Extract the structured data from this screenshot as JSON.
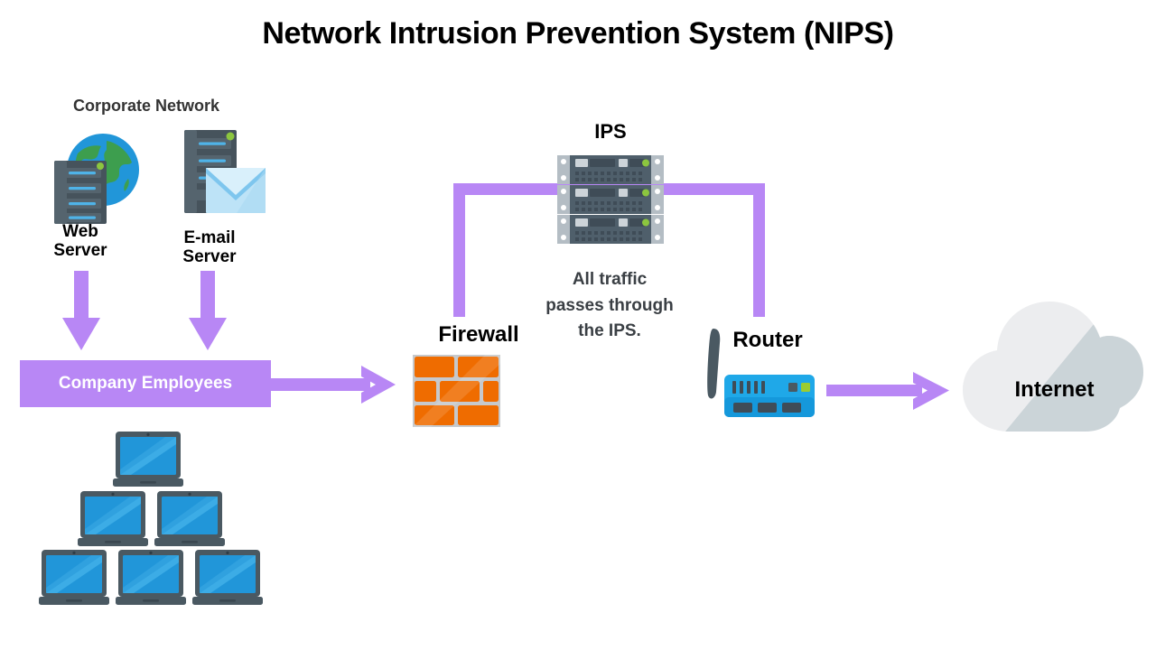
{
  "diagram": {
    "title": "Network Intrusion Prevention System (NIPS)",
    "section_label": "Corporate Network",
    "note": {
      "line1": "All traffic",
      "line2": "passes through",
      "line3": "the IPS."
    },
    "nodes": {
      "web_server": {
        "label_line1": "Web",
        "label_line2": "Server",
        "icon": "server-globe-icon"
      },
      "email_server": {
        "label_line1": "E-mail",
        "label_line2": "Server",
        "icon": "server-envelope-icon"
      },
      "employees": {
        "label": "Company Employees",
        "icon": "laptop-grid-icon"
      },
      "firewall": {
        "label": "Firewall",
        "icon": "brick-wall-icon"
      },
      "ips": {
        "label": "IPS",
        "icon": "rack-server-icon"
      },
      "router": {
        "label": "Router",
        "icon": "wifi-router-icon"
      },
      "internet": {
        "label": "Internet",
        "icon": "cloud-icon"
      }
    },
    "colors": {
      "accent_purple": "#b887f5",
      "arrow_purple": "#a96ff3",
      "firewall_orange": "#ef6c00",
      "firewall_orange_light": "#f57c1f",
      "mortar_gray": "#c6c9cc",
      "laptop_blue": "#2196d9",
      "laptop_blue_light": "#38a9e8",
      "laptop_frame": "#4a5962",
      "server_dark": "#46535c",
      "server_mid": "#55646e",
      "led_green": "#8cc63f",
      "globe_green": "#3d9e4e",
      "globe_blue": "#2196d9",
      "envelope_blue": "#bde3f7",
      "envelope_blue_dark": "#7ec6ee",
      "router_blue": "#1fa8e8",
      "cloud_light": "#ecedef",
      "cloud_shade": "#cbd4d8",
      "title_black": "#000000",
      "heading_gray": "#333333",
      "note_gray": "#3a3f44"
    },
    "laptop_grid": {
      "rows": [
        1,
        2,
        3
      ],
      "total": 6
    },
    "connections": [
      {
        "from": "web_server",
        "to": "employees",
        "style": "arrow-down"
      },
      {
        "from": "email_server",
        "to": "employees",
        "style": "arrow-down"
      },
      {
        "from": "employees",
        "to": "firewall",
        "style": "arrow-right"
      },
      {
        "from": "firewall",
        "to": "ips",
        "style": "bracket-up"
      },
      {
        "from": "ips",
        "to": "router",
        "style": "bracket-down"
      },
      {
        "from": "router",
        "to": "internet",
        "style": "arrow-right"
      }
    ]
  }
}
